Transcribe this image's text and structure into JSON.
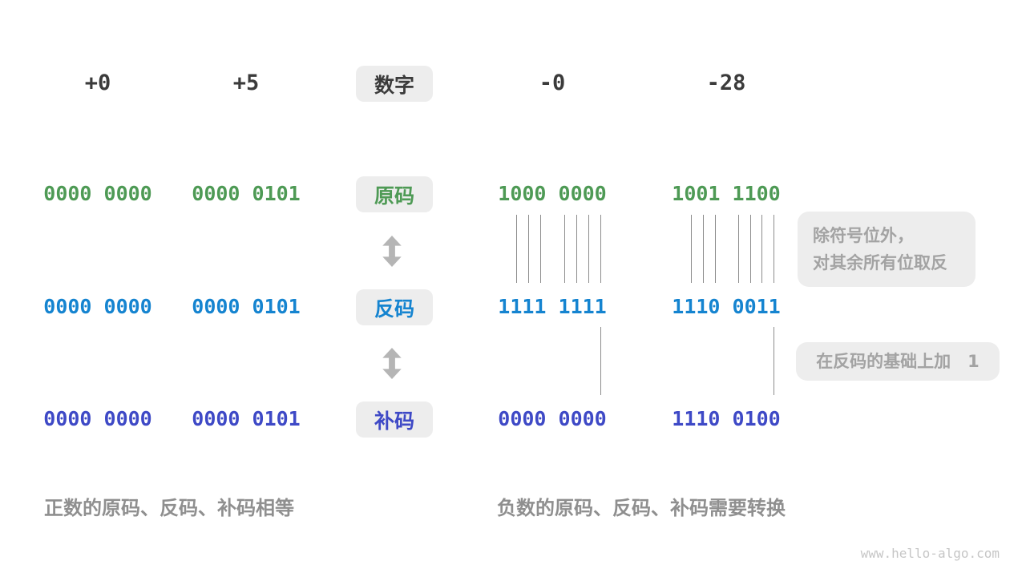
{
  "title_row": {
    "pos_zero": "+0",
    "pos_five": "+5",
    "center_label": "数字",
    "neg_zero": "-0",
    "neg_28": "-28"
  },
  "rows": {
    "sign_magnitude": {
      "label": "原码",
      "color": "#4e9a55",
      "pos_zero": "0000 0000",
      "pos_five": "0000 0101",
      "neg_zero": "1000 0000",
      "neg_28": "1001 1100"
    },
    "ones_complement": {
      "label": "反码",
      "color": "#1584d0",
      "pos_zero": "0000 0000",
      "pos_five": "0000 0101",
      "neg_zero": "1111 1111",
      "neg_28": "1110 0011"
    },
    "twos_complement": {
      "label": "补码",
      "color": "#3e49c6",
      "pos_zero": "0000 0000",
      "pos_five": "0000 0101",
      "neg_zero": "0000 0000",
      "neg_28": "1110 0100"
    }
  },
  "annotations": {
    "invert_line1": "除符号位外，",
    "invert_line2": "对其余所有位取反",
    "add_one": "在反码的基础上加　1"
  },
  "captions": {
    "positive": "正数的原码、反码、补码相等",
    "negative": "负数的原码、反码、补码需要转换"
  },
  "watermark": "www.hello-algo.com",
  "colors": {
    "sign_magnitude_green": "#4e9a55",
    "ones_complement_blue": "#1584d0",
    "twos_complement_indigo": "#3e49c6",
    "tag_background": "#ededed",
    "annotation_text": "#a3a3a3",
    "caption_gray": "#8f8f8f",
    "connector_line": "#8c8c8c",
    "arrow_gray": "#b5b5b5"
  }
}
